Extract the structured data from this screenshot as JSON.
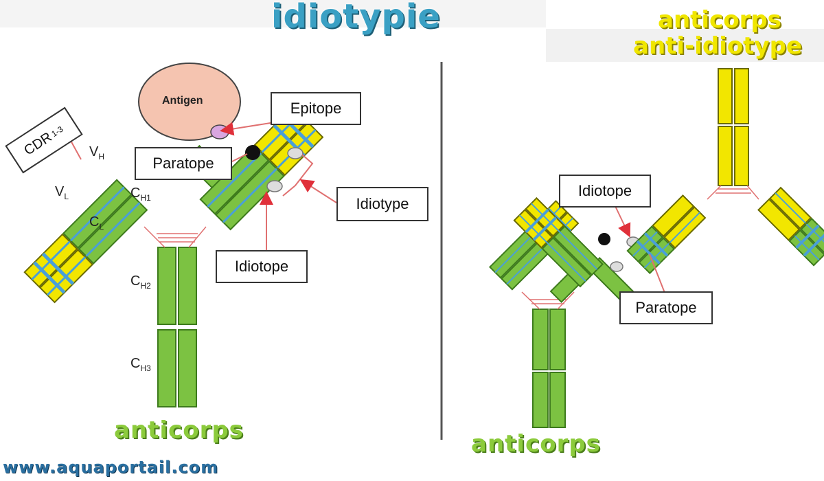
{
  "title": "idiotypie",
  "right_title_line1": "anticorps",
  "right_title_line2": "anti-idiotype",
  "caption_left": "anticorps",
  "caption_right": "anticorps",
  "website": "www.aquaportail.com",
  "left_diagram": {
    "antigen": "Antigen",
    "epitope": "Epitope",
    "paratope": "Paratope",
    "idiotype": "Idiotype",
    "idiotope": "Idiotope",
    "cdr": "CDR",
    "cdr_sub": "1-3",
    "vh": "V",
    "vh_sub": "H",
    "vl": "V",
    "vl_sub": "L",
    "ch1": "C",
    "ch1_sub": "H1",
    "cl": "C",
    "cl_sub": "L",
    "ch2": "C",
    "ch2_sub": "H2",
    "ch3": "C",
    "ch3_sub": "H3"
  },
  "right_diagram": {
    "idiotope": "Idiotope",
    "paratope": "Paratope"
  },
  "colors": {
    "title": "#3aa0c4",
    "subtitle": "#f0e600",
    "caption": "#8ccb3c",
    "heavy_chain": "#7cc242",
    "variable": "#f2e600",
    "cdr_stripe": "#4a9fd8",
    "antigen": "#f5c4b0",
    "epitope": "#d9a6e0",
    "arrow": "#e0303a"
  }
}
